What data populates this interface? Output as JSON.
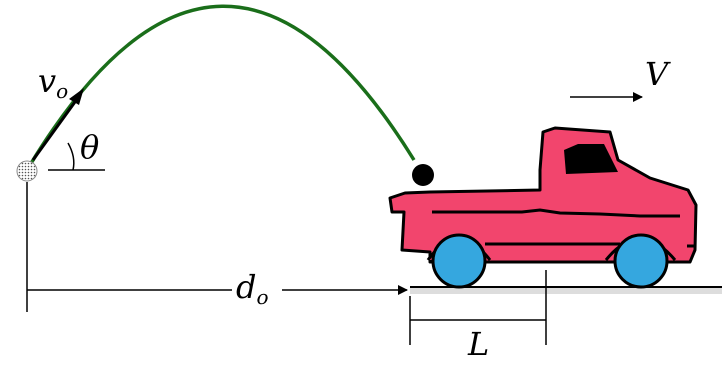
{
  "labels": {
    "initial_velocity": "v",
    "initial_velocity_sub": "o",
    "angle": "θ",
    "truck_velocity": "V",
    "distance": "d",
    "distance_sub": "o",
    "truck_bed_length": "L"
  },
  "colors": {
    "trajectory": "#1a6e1a",
    "truck_body": "#f2456d",
    "wheel": "#35a7df",
    "ball": "#000000",
    "outline": "#000000"
  }
}
